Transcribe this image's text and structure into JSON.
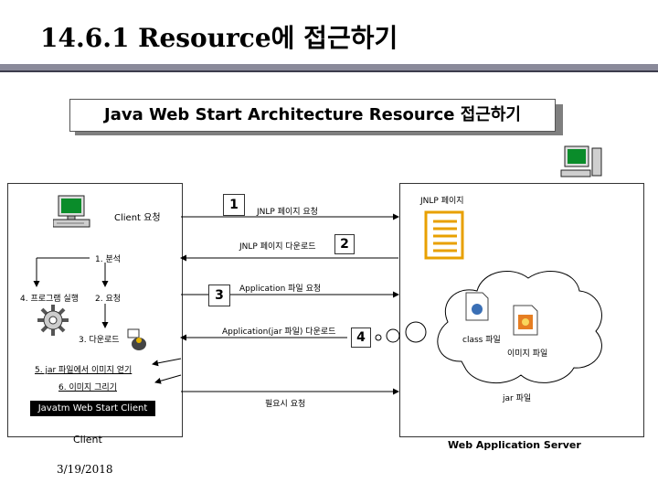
{
  "slide": {
    "title": "14.6.1 Resource에 접근하기",
    "banner": "Java Web Start Architecture Resource 접근하기",
    "date": "3/19/2018"
  },
  "client": {
    "caption": "Client",
    "request_label": "Client 요청",
    "step_analyze": "1. 분석",
    "step_run": "4. 프로그램 실행",
    "step_request": "2. 요청",
    "step_download": "3. 다운로드",
    "step_jar_read": "5. jar 파일에서 이미지 얻기",
    "step_draw": "6. 이미지 그리기",
    "jws_client": "Javatm Web Start Client"
  },
  "flow": {
    "n1": "1",
    "jnlp_request": "JNLP 페이지 요청",
    "jnlp_download": "JNLP 페이지 다운로드",
    "n2": "2",
    "n3": "3",
    "app_request": "Application 파일 요청",
    "app_download": "Application(jar 파일) 다운로드",
    "n4": "4",
    "on_demand": "필요시 요청"
  },
  "server": {
    "caption": "Web Application Server",
    "jnlp_page": "JNLP 페이지",
    "class_file": "class 파일",
    "image_file": "이미지 파일",
    "jar_file": "jar 파일"
  },
  "icons": [
    "computer-icon",
    "gear-icon",
    "duke-icon",
    "document-icon",
    "class-file-icon",
    "image-file-icon"
  ]
}
